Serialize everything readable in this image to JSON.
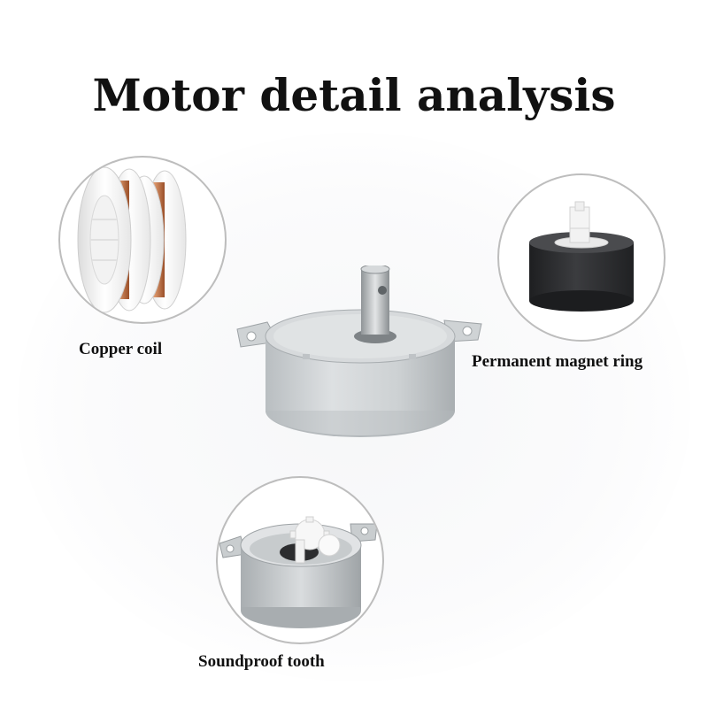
{
  "title": "Motor detail analysis",
  "parts": {
    "copper_coil": "Copper coil",
    "magnet_ring": "Permanent magnet ring",
    "soundproof_tooth": "Soundproof tooth"
  },
  "colors": {
    "copper": "#c9784a",
    "magnet": "#2a2b2d",
    "metal": "#c9cdd0",
    "circle_border": "#bdbdbd"
  }
}
